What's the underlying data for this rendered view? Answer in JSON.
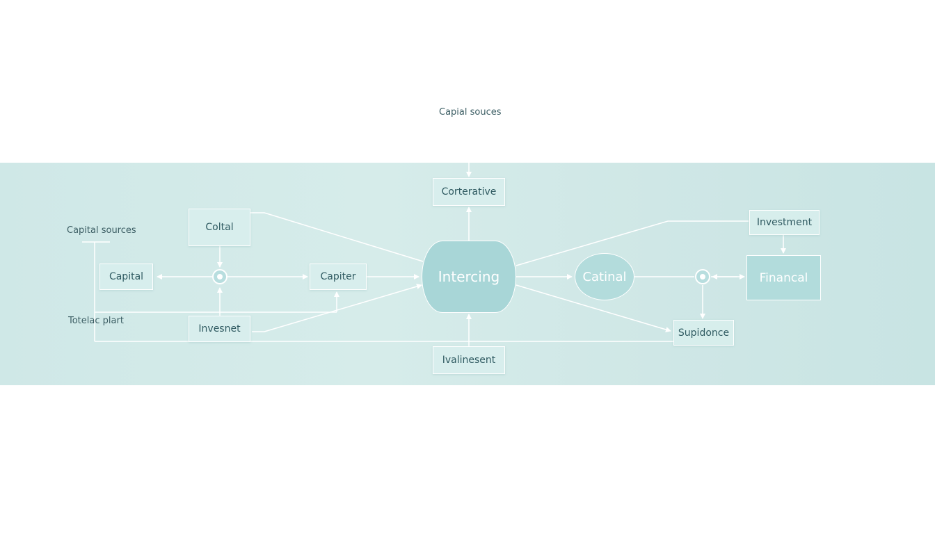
{
  "diagram": {
    "top_label": "Capial souces",
    "left_label_top": "Capital sources",
    "left_label_bottom": "Totelac plart",
    "nodes": {
      "corterative": "Corterative",
      "coltal": "Coltal",
      "capital": "Capital",
      "capiter": "Capiter",
      "invesnet": "Invesnet",
      "center": "Intercing",
      "catinal": "Catinal",
      "investment": "Investment",
      "financal": "Financal",
      "supidonce": "Supidonce",
      "ivalinesent": "Ivalinesent"
    },
    "colors": {
      "band": "#cfe8e7",
      "center_fill": "#a8d6d7",
      "line": "#ffffff",
      "text": "#2f5a61"
    }
  }
}
